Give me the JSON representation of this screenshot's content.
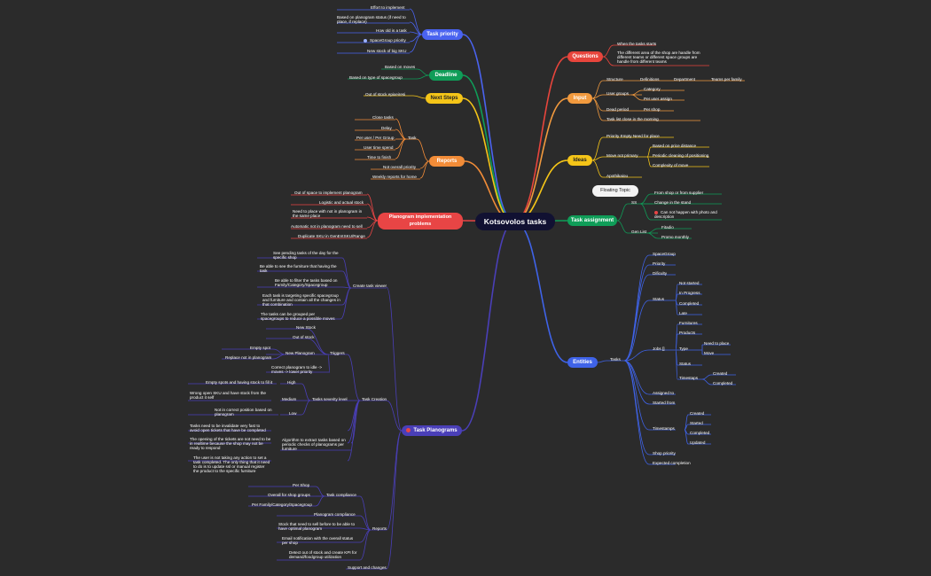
{
  "center": "Kotsovolos tasks",
  "floating_topic": "Floating Topic",
  "colors": {
    "background": "#2b2b2b",
    "task_priority": "#4a63f0",
    "deadline": "#0f9d58",
    "next_steps": "#f5c518",
    "reports": "#f28c38",
    "planogram_problems": "#e84545",
    "task_planograms": "#4a3fb8",
    "questions": "#e8453c",
    "input": "#f29a3e",
    "ideas": "#f5c518",
    "task_assignment": "#0f9d58",
    "entities": "#3f63e8"
  },
  "left": {
    "task_priority": {
      "label": "Task priority",
      "items": [
        "Effort to implement",
        "Based on planogram status (if need to place, if replace)",
        "How old is a task",
        "SpaceGroup priority",
        "New stock of big SKU"
      ]
    },
    "deadline": {
      "label": "Deadline",
      "items": [
        "Based on moves",
        "Based on type of spacegroup"
      ]
    },
    "next_steps": {
      "label": "Next Steps",
      "items": [
        "Out of stock epixeiresi"
      ]
    },
    "reports": {
      "label": "Reports",
      "task": "Task",
      "task_items": [
        "Close tasks",
        "Delay",
        "Per user / Per Group",
        "User time spend",
        "Time to finish"
      ],
      "items": [
        "Not overall priority",
        "Weekly reports for home"
      ]
    },
    "planogram_problems": {
      "label": "Planogram implementation problems",
      "items": [
        "Out of space to implement planogram",
        "Logistic and actual stock",
        "Need to place with not in planogram in the same place",
        "Automatic not in planogram need to sell",
        "Duplicate SKU in GenEntSKU/Range"
      ]
    },
    "task_planograms": {
      "label": "Task Planograms",
      "create_task_viewer": "Create task viewer",
      "viewer_items": [
        "See pending tasks of the day for the specific shop",
        "Be able to see the furniture that having the task",
        "Be able to filter the tasks based on Family/Category/Spacegroup",
        "Each task is targeting specific spacegroup and furniture and contain all the changes in that combination",
        "The tasks can be grouped per spacegroups to reduce a possible moves"
      ],
      "task_creation": "Task Creation",
      "triggers": "Triggers",
      "trigger_items": [
        "New Stock",
        "Out of stock",
        "New Planogram",
        "Correct planogram to idle -> moves -> lower priority"
      ],
      "new_planogram_items": [
        "Empty spot",
        "Replace not in planogram"
      ],
      "severity": "Tasks severity level",
      "severity_levels": [
        {
          "level": "High",
          "desc": "Empty spots and having stock to fill it"
        },
        {
          "level": "Medium",
          "desc": "Wrong open SKU and have stock from the product it self"
        },
        {
          "level": "Low",
          "desc": "Not in correct position based on planogram"
        }
      ],
      "creation_items": [
        "Tasks need to be invalidate very fast to avoid open tickets that have be completed",
        "The opening of the tickets are not need to be in realtime because the shop may not be ready to respond",
        "The user is not taking any action to set a task completed. The only thing that it need to do is to update ssl or manual register the product to the specific furniture"
      ],
      "algorithm": "Algorithm to extract tasks based on periodic checks of planograms per furniture",
      "reports": "Reports",
      "task_compliance": "Task compliance",
      "compliance_items": [
        "Per Shop",
        "Overall for shop groups",
        "Per Family/Category/Spacegroup"
      ],
      "report_items": [
        "Planogram compliance",
        "Stock that need to sell before to be able to have optimal planogram",
        "Email notification with the overall status per shop",
        "Detect out of stock and create KPI for demand/foodgroup utilization"
      ],
      "support": "Support and changes"
    }
  },
  "right": {
    "questions": {
      "label": "Questions",
      "items": [
        "When the tasks starts",
        "The different area of the shop are handle from different teams or different space groups are handle from different teams"
      ]
    },
    "input": {
      "label": "Input",
      "structure": "Structure",
      "structure_items": [
        "Definitions",
        "Department",
        "Teams per family"
      ],
      "user_groups": "User groups",
      "user_group_items": [
        "Category",
        "Per user assign"
      ],
      "dead_period": "Dead period",
      "dead_period_item": "Per shop",
      "task_list": "Task list close in the morning"
    },
    "ideas": {
      "label": "Ideas",
      "priority_empty": "Priority Empty Need for place",
      "move_not_primary": "Move not primary",
      "move_items": [
        "Based on price distance",
        "Periodic cleaning of positioning",
        "Complexity of move"
      ],
      "apothikaiou": "Apothikaiou"
    },
    "task_assignment": {
      "label": "Task assignment",
      "ss": "SS",
      "ss_items": [
        "From shop or from supplier",
        "Change in the stand",
        "Can not happen with photo and description"
      ],
      "gen_list": "Gen List",
      "gen_items": [
        "Fitadio",
        "Promo monthly"
      ]
    },
    "entities": {
      "label": "Entities",
      "tasks": "Tasks",
      "task_fields": [
        "SpaceGroup",
        "Priority",
        "Dificulty"
      ],
      "status": "Status",
      "status_items": [
        "Not started",
        "In Progress",
        "Completed",
        "Late"
      ],
      "jobs": "Jobs []",
      "job_fields": [
        "Furnitures",
        "Products"
      ],
      "type": "Type",
      "type_items": [
        "Need to place",
        "Move"
      ],
      "job_status": "Status",
      "timestaps": "Timestaps",
      "timestaps_items": [
        "Created",
        "Completed"
      ],
      "more_fields": [
        "Assigned to",
        "Started from"
      ],
      "timestamps": "Timestamps",
      "timestamps_items": [
        "Created",
        "Started",
        "Completed",
        "Updated"
      ],
      "tail_fields": [
        "Shop priority",
        "Expected completion"
      ]
    }
  }
}
